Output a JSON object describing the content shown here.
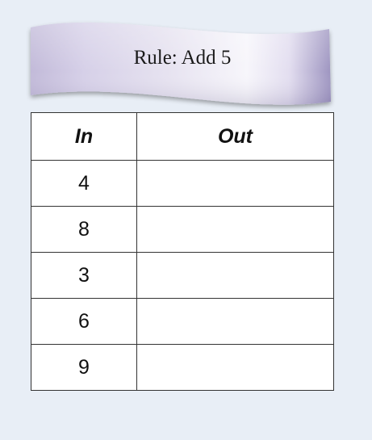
{
  "rule": {
    "text": "Rule: Add 5"
  },
  "table": {
    "headers": {
      "in": "In",
      "out": "Out"
    },
    "rows": [
      {
        "in": "4",
        "out": ""
      },
      {
        "in": "8",
        "out": ""
      },
      {
        "in": "3",
        "out": ""
      },
      {
        "in": "6",
        "out": ""
      },
      {
        "in": "9",
        "out": ""
      }
    ]
  },
  "colors": {
    "background": "#e8eef6",
    "banner_light": "#f7f6fb",
    "banner_dark": "#9d94c0",
    "table_border": "#333333"
  }
}
